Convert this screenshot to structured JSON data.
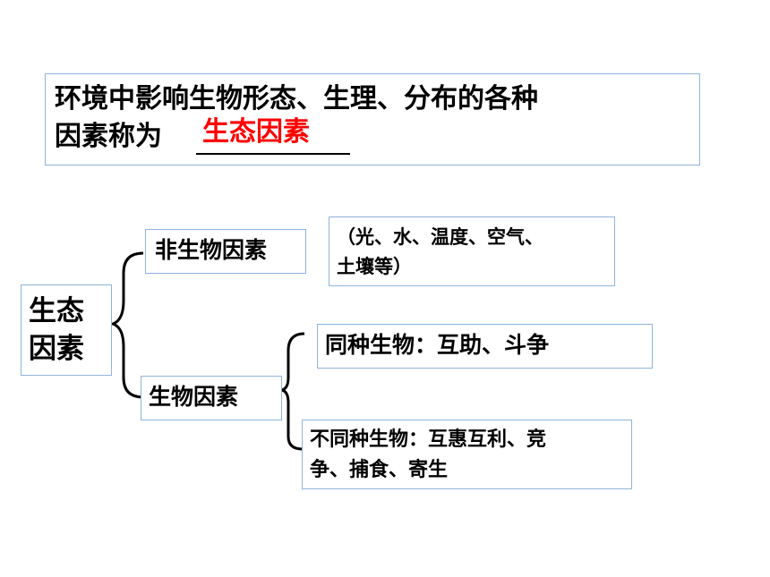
{
  "definition": {
    "line1": "环境中影响生物形态、生理、分布的各种",
    "line2": "因素称为",
    "answer": "生态因素"
  },
  "root": {
    "line1": "生态",
    "line2": "因素"
  },
  "abiotic": {
    "label": "非生物因素",
    "examples_line1": "（光、水、温度、空气、",
    "examples_line2": "土壤等）"
  },
  "biotic": {
    "label": "生物因素",
    "same_species": "同种生物：互助、斗争",
    "diff_species_line1": "不同种生物：互惠互利、竞",
    "diff_species_line2": "争、捕食、寄生"
  },
  "colors": {
    "border": "#8fb4dc",
    "answer": "#ff0000",
    "text": "#000000"
  }
}
